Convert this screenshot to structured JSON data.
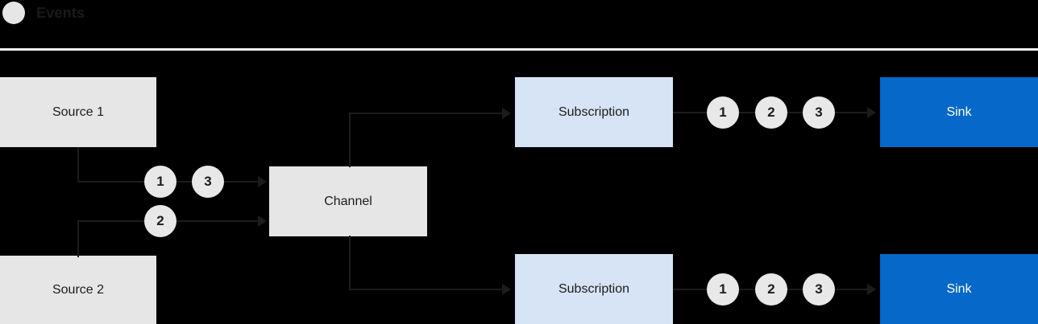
{
  "header": {
    "dot_icon": "events-dot-icon",
    "title": "Events",
    "divider_color": "#F2F2F2"
  },
  "colors": {
    "background": "#000000",
    "source_fill": "#E6E6E6",
    "channel_fill": "#E6E6E6",
    "subscription_fill": "#D6E4F5",
    "sink_fill": "#0668C8",
    "sink_text": "#FFFFFF",
    "token_fill": "#E8E8E8",
    "line": "#1C1C1C",
    "text": "#1C1C1C"
  },
  "diagram": {
    "type": "flow",
    "nodes": {
      "source1": {
        "label": "Source 1",
        "kind": "source"
      },
      "source2": {
        "label": "Source 2",
        "kind": "source"
      },
      "channel": {
        "label": "Channel",
        "kind": "channel"
      },
      "subscription_top": {
        "label": "Subscription",
        "kind": "subscription"
      },
      "subscription_bottom": {
        "label": "Subscription",
        "kind": "subscription"
      },
      "sink_top": {
        "label": "Sink",
        "kind": "sink"
      },
      "sink_bottom": {
        "label": "Sink",
        "kind": "sink"
      }
    },
    "ingress_tokens": {
      "source1_row": [
        "1",
        "3"
      ],
      "source2_row": [
        "2"
      ]
    },
    "egress_tokens": {
      "subscription_top_row": [
        "1",
        "2",
        "3"
      ],
      "subscription_bottom_row": [
        "1",
        "2",
        "3"
      ]
    },
    "edges": [
      {
        "from": "source1",
        "to": "channel"
      },
      {
        "from": "source2",
        "to": "channel"
      },
      {
        "from": "channel",
        "to": "subscription_top"
      },
      {
        "from": "channel",
        "to": "subscription_bottom"
      },
      {
        "from": "subscription_top",
        "to": "sink_top"
      },
      {
        "from": "subscription_bottom",
        "to": "sink_bottom"
      }
    ]
  }
}
